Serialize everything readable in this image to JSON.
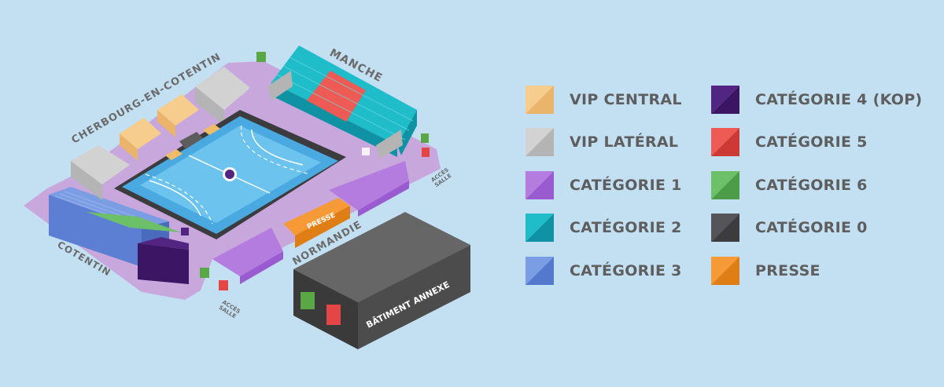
{
  "stands": {
    "north_west": "CHERBOURG-EN-COTENTIN",
    "north_east": "MANCHE",
    "south_west": "COTENTIN",
    "south_east": "NORMANDIE"
  },
  "press_box_label": "PRESSE",
  "annex_building_label": "BÂTIMENT ANNEXE",
  "entrance_label_line1": "ACCÈS",
  "entrance_label_line2": "SALLE",
  "legend": [
    {
      "label": "VIP CENTRAL",
      "color_light": "#f6cd8c",
      "color_dark": "#eab46a"
    },
    {
      "label": "VIP LATÉRAL",
      "color_light": "#d2d2d2",
      "color_dark": "#b4b4b4"
    },
    {
      "label": "CATÉGORIE 1",
      "color_light": "#b57cdf",
      "color_dark": "#9a5bd0"
    },
    {
      "label": "CATÉGORIE 2",
      "color_light": "#1fbcc9",
      "color_dark": "#0f93a4"
    },
    {
      "label": "CATÉGORIE 3",
      "color_light": "#7b9de3",
      "color_dark": "#5478cd"
    },
    {
      "label": "CATÉGORIE 4 (KOP)",
      "color_light": "#532582",
      "color_dark": "#3c1665"
    },
    {
      "label": "CATÉGORIE 5",
      "color_light": "#ee5b54",
      "color_dark": "#cd3a35"
    },
    {
      "label": "CATÉGORIE 6",
      "color_light": "#6bc068",
      "color_dark": "#4c9c48"
    },
    {
      "label": "CATÉGORIE 0",
      "color_light": "#555558",
      "color_dark": "#3c3c3f"
    },
    {
      "label": "PRESSE",
      "color_light": "#f59a36",
      "color_dark": "#e07e16"
    }
  ]
}
